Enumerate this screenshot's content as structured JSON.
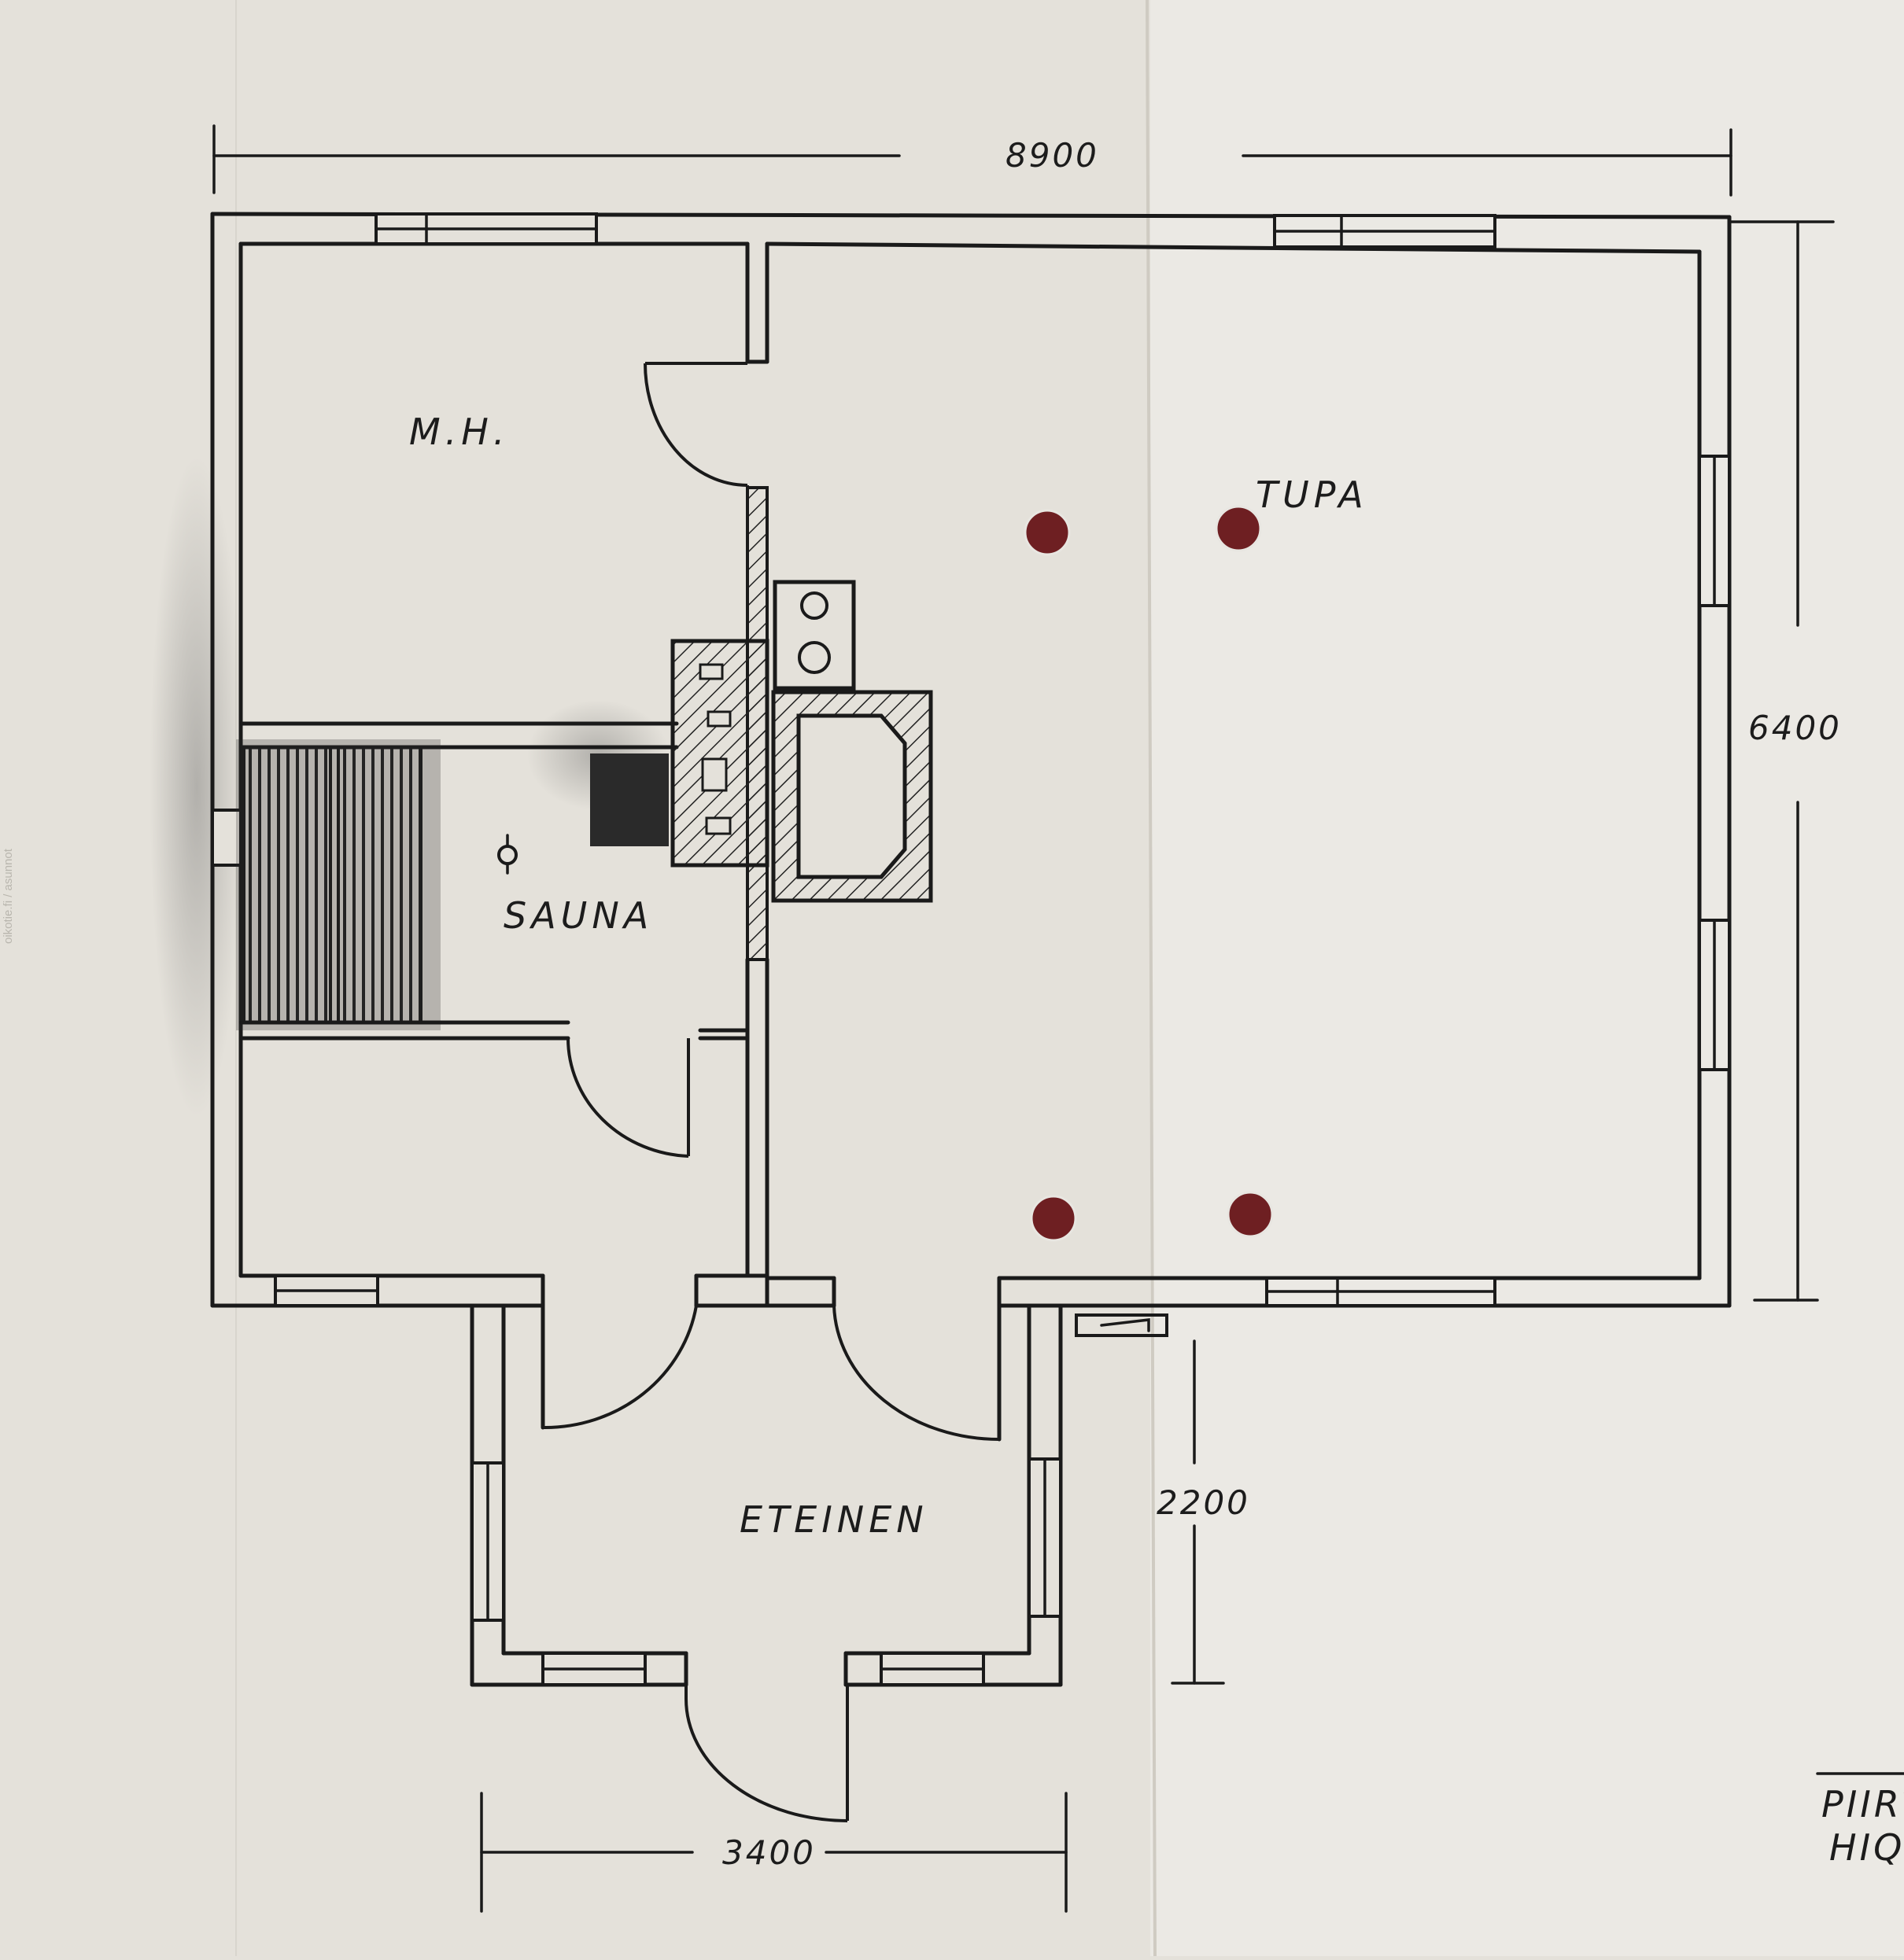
{
  "plan": {
    "rooms": {
      "mh": "M.H.",
      "tupa": "TUPA",
      "sauna": "SAUNA",
      "eteinen": "ETEINEN"
    },
    "dimensions": {
      "width_total": "8900",
      "height_total": "6400",
      "porch_depth": "2200",
      "porch_width": "3400"
    },
    "corner_text": {
      "line1": "PIIRT",
      "line2": "HIQV"
    },
    "colors": {
      "paper": "#e4e1da",
      "ink": "#1a1a1a",
      "hole": "#6e1f22"
    }
  },
  "watermark": "oikotie.fi / asunnot"
}
